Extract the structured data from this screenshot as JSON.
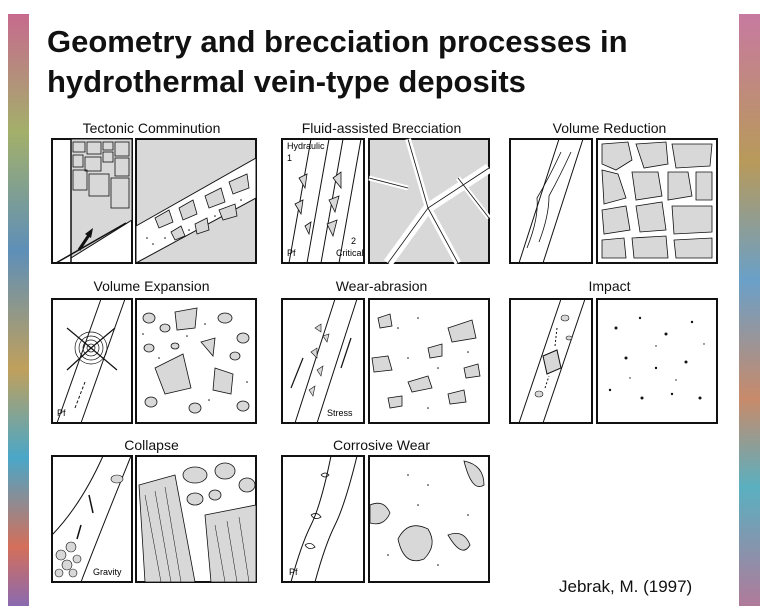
{
  "title": {
    "line1": "Geometry and brecciation processes in",
    "line2": "hydrothermal vein-type deposits"
  },
  "processes": [
    {
      "name": "Tectonic Comminution",
      "annotations": []
    },
    {
      "name": "Fluid-assisted Brecciation",
      "annotations": [
        "Hydraulic",
        "1",
        "2",
        "Critical",
        "Pf"
      ]
    },
    {
      "name": "Volume Reduction",
      "annotations": []
    },
    {
      "name": "Volume Expansion",
      "annotations": [
        "Pf"
      ]
    },
    {
      "name": "Wear-abrasion",
      "annotations": [
        "Stress"
      ]
    },
    {
      "name": "Impact",
      "annotations": []
    },
    {
      "name": "Collapse",
      "annotations": [
        "Gravity"
      ]
    },
    {
      "name": "Corrosive Wear",
      "annotations": [
        "Pf"
      ]
    }
  ],
  "credit": "Jebrak, M. (1997)",
  "colors": {
    "fill_gray": "#d8d8d8",
    "ink": "#111111"
  }
}
